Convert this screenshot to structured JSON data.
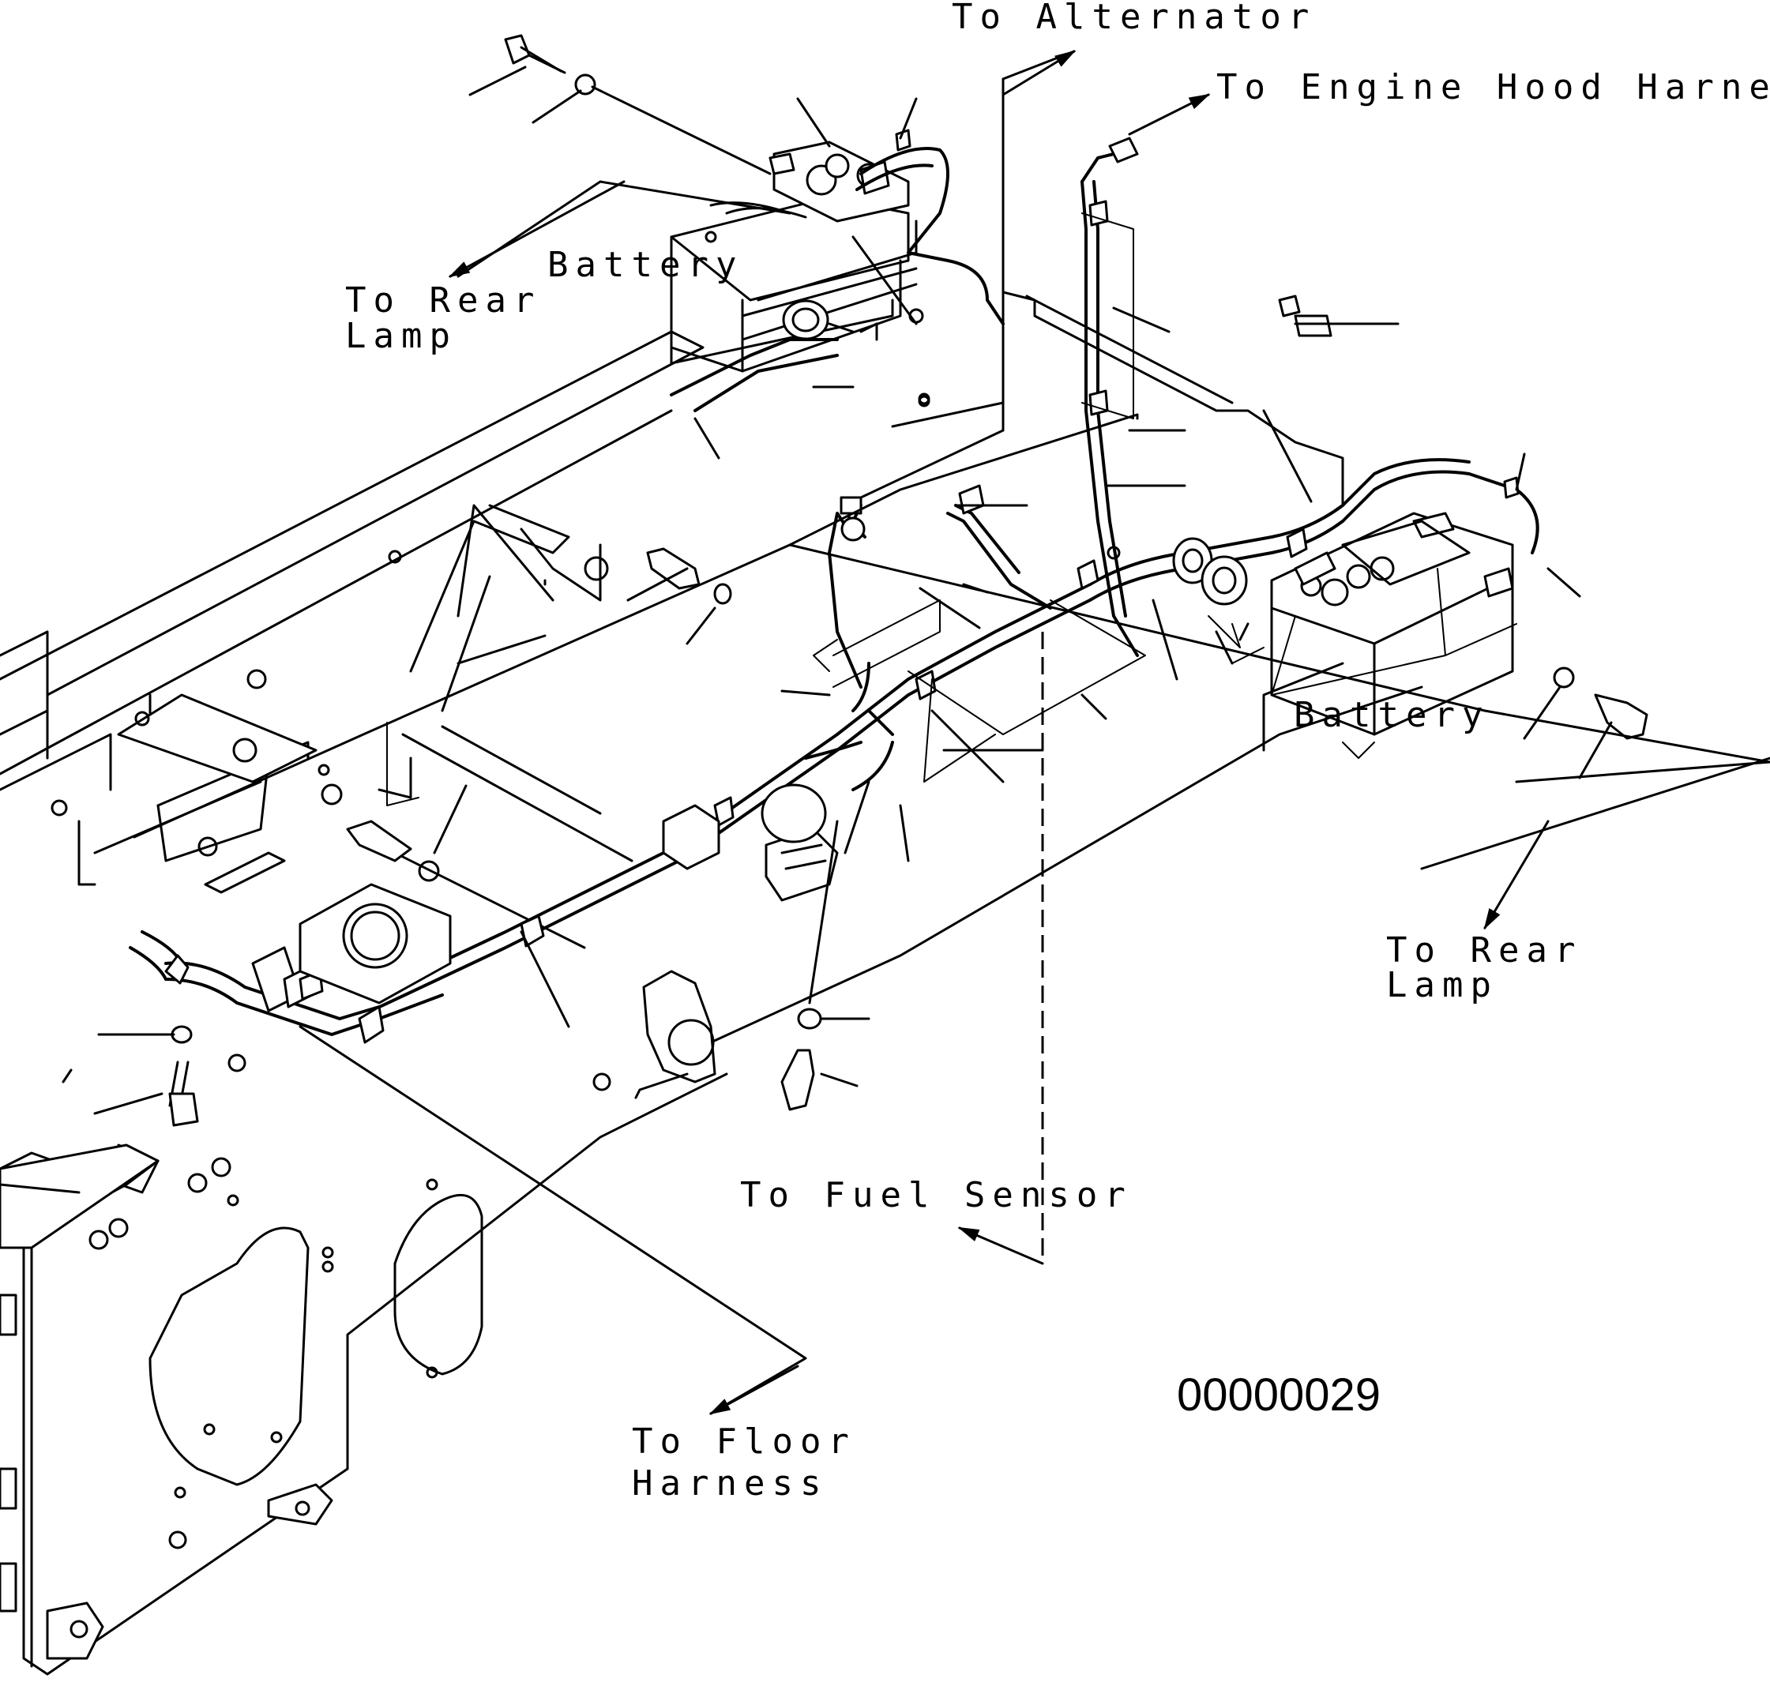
{
  "labels": {
    "to_alternator": "To Alternator",
    "to_engine_hood_harness": "To Engine Hood Harness",
    "battery_left": "Battery",
    "to_rear_lamp_left_line1": "To Rear",
    "to_rear_lamp_left_line2": "Lamp",
    "battery_right": "Battery",
    "to_rear_lamp_right_line1": "To Rear",
    "to_rear_lamp_right_line2": "Lamp",
    "to_fuel_sensor": "To Fuel Sensor",
    "to_floor_harness_line1": "To Floor",
    "to_floor_harness_line2": "Harness"
  },
  "drawing_number": "00000029"
}
